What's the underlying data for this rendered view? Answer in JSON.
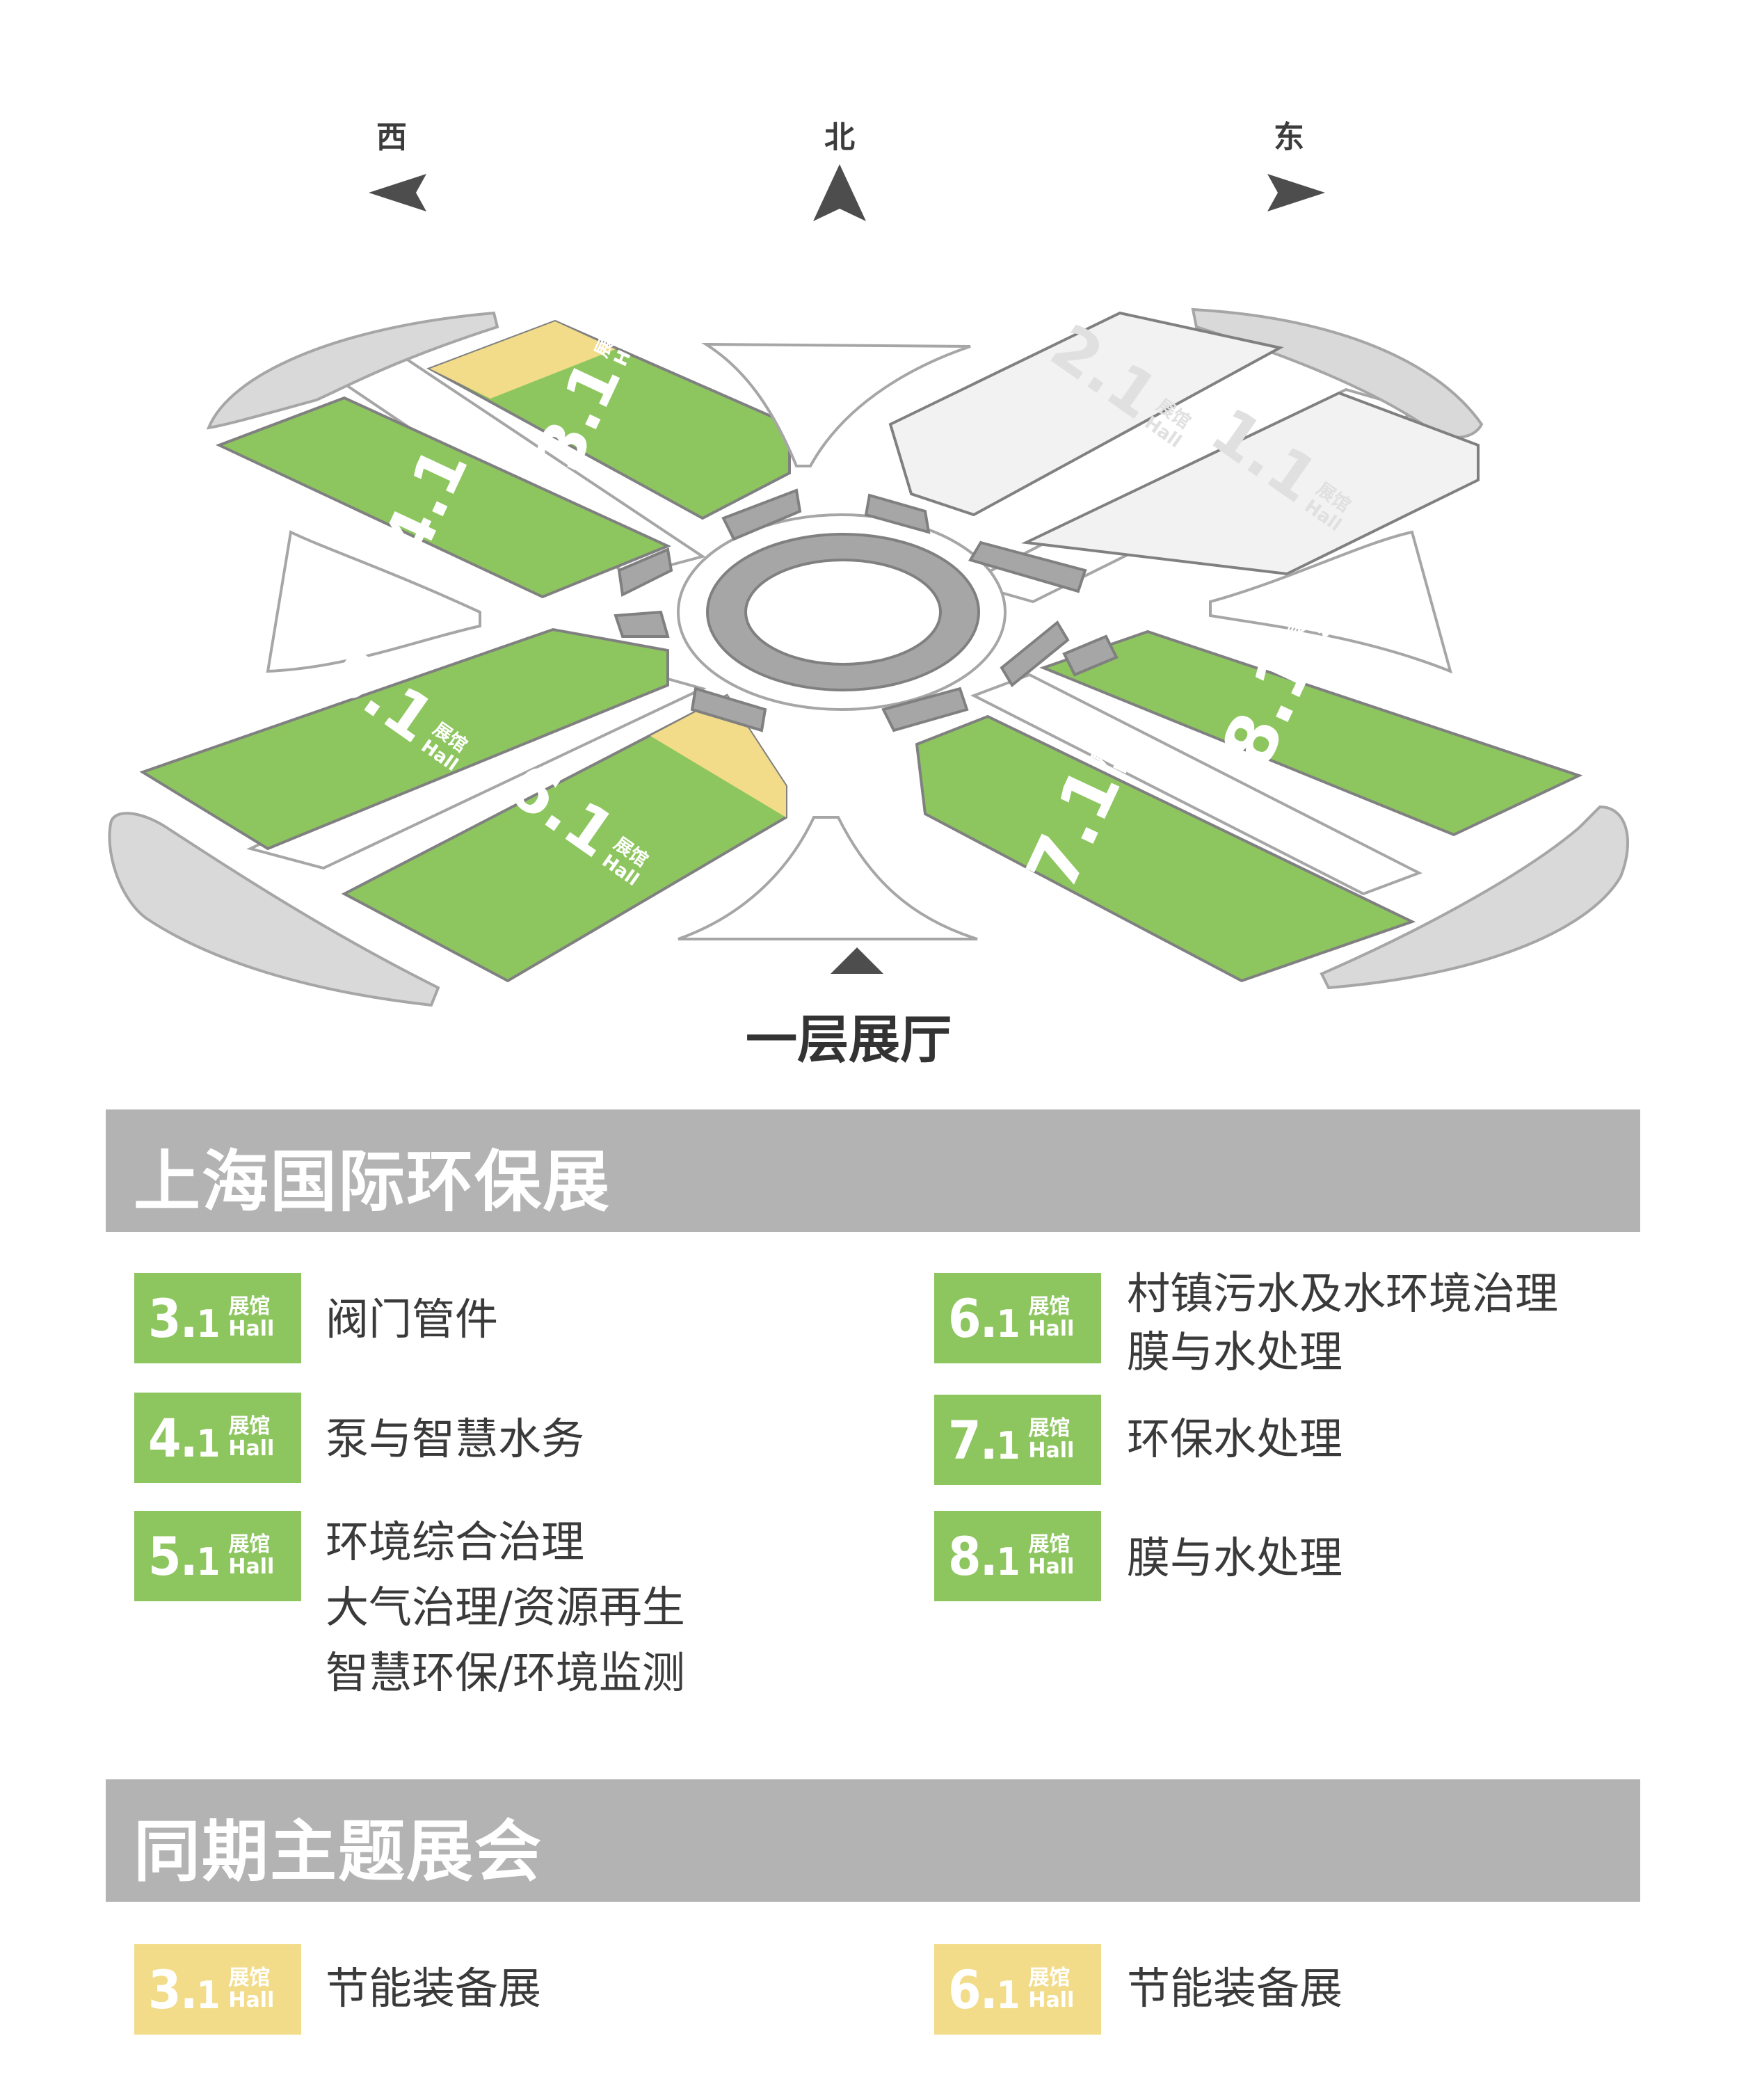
{
  "compass": {
    "west": "西",
    "north": "北",
    "east": "东"
  },
  "floor_label": "一层展厅",
  "halls": {
    "h11": {
      "num": "1.1",
      "zh": "展馆",
      "en": "Hall"
    },
    "h21": {
      "num": "2.1",
      "zh": "展馆",
      "en": "Hall"
    },
    "h31": {
      "num": "3.1",
      "zh": "展馆",
      "en": "Hall"
    },
    "h41": {
      "num": "4.1",
      "zh": "展馆",
      "en": "Hall"
    },
    "h51": {
      "num": "5.1",
      "zh": "展馆",
      "en": "Hall"
    },
    "h61": {
      "num": "6.1",
      "zh": "展馆",
      "en": "Hall"
    },
    "h71": {
      "num": "7.1",
      "zh": "展馆",
      "en": "Hall"
    },
    "h81": {
      "num": "8.1",
      "zh": "展馆",
      "en": "Hall"
    }
  },
  "colors": {
    "exhibit": "#8dc65e",
    "concurrent": "#f2dc8a",
    "inactive": "#f2f2f2",
    "road": "#a6a6a6",
    "header": "#b3b3b3"
  },
  "section1": {
    "title": "上海国际环保展",
    "items": [
      {
        "num_big": "3.",
        "num_small": "1",
        "zh": "展馆",
        "en": "Hall",
        "lines": [
          "阀门管件"
        ]
      },
      {
        "num_big": "4.",
        "num_small": "1",
        "zh": "展馆",
        "en": "Hall",
        "lines": [
          "泵与智慧水务"
        ]
      },
      {
        "num_big": "5.",
        "num_small": "1",
        "zh": "展馆",
        "en": "Hall",
        "lines": [
          "环境综合治理",
          "大气治理/资源再生",
          "智慧环保/环境监测"
        ]
      },
      {
        "num_big": "6.",
        "num_small": "1",
        "zh": "展馆",
        "en": "Hall",
        "lines": [
          "村镇污水及水环境治理",
          "膜与水处理"
        ]
      },
      {
        "num_big": "7.",
        "num_small": "1",
        "zh": "展馆",
        "en": "Hall",
        "lines": [
          "环保水处理"
        ]
      },
      {
        "num_big": "8.",
        "num_small": "1",
        "zh": "展馆",
        "en": "Hall",
        "lines": [
          "膜与水处理"
        ]
      }
    ]
  },
  "section2": {
    "title": "同期主题展会",
    "items": [
      {
        "num_big": "3.",
        "num_small": "1",
        "zh": "展馆",
        "en": "Hall",
        "lines": [
          "节能装备展"
        ]
      },
      {
        "num_big": "6.",
        "num_small": "1",
        "zh": "展馆",
        "en": "Hall",
        "lines": [
          "节能装备展"
        ]
      }
    ]
  }
}
